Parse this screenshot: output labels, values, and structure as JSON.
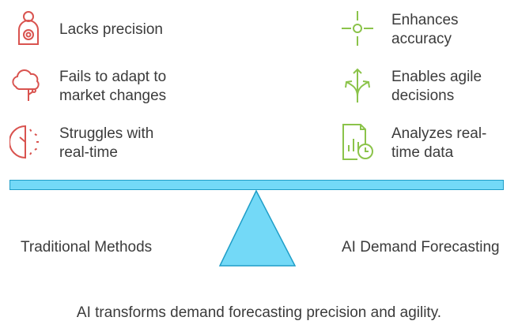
{
  "left": {
    "title": "Traditional Methods",
    "items": [
      {
        "label": "Lacks precision",
        "icon": "target-person-icon"
      },
      {
        "label": "Fails to adapt to\nmarket changes",
        "icon": "cloud-tree-icon"
      },
      {
        "label": "Struggles with\nreal-time",
        "icon": "half-clock-icon"
      }
    ]
  },
  "right": {
    "title": "AI Demand Forecasting",
    "items": [
      {
        "label": "Enhances\naccuracy",
        "icon": "crosshair-icon"
      },
      {
        "label": "Enables agile\ndecisions",
        "icon": "branching-arrows-icon"
      },
      {
        "label": "Analyzes real-\ntime data",
        "icon": "chart-clock-icon"
      }
    ]
  },
  "caption": "AI transforms demand forecasting precision and agility.",
  "colors": {
    "left_icon": "#d9534f",
    "right_icon": "#8bc34a",
    "beam_fill": "#73d9f7",
    "beam_stroke": "#1f9ec8",
    "text": "#3b3b3b"
  }
}
